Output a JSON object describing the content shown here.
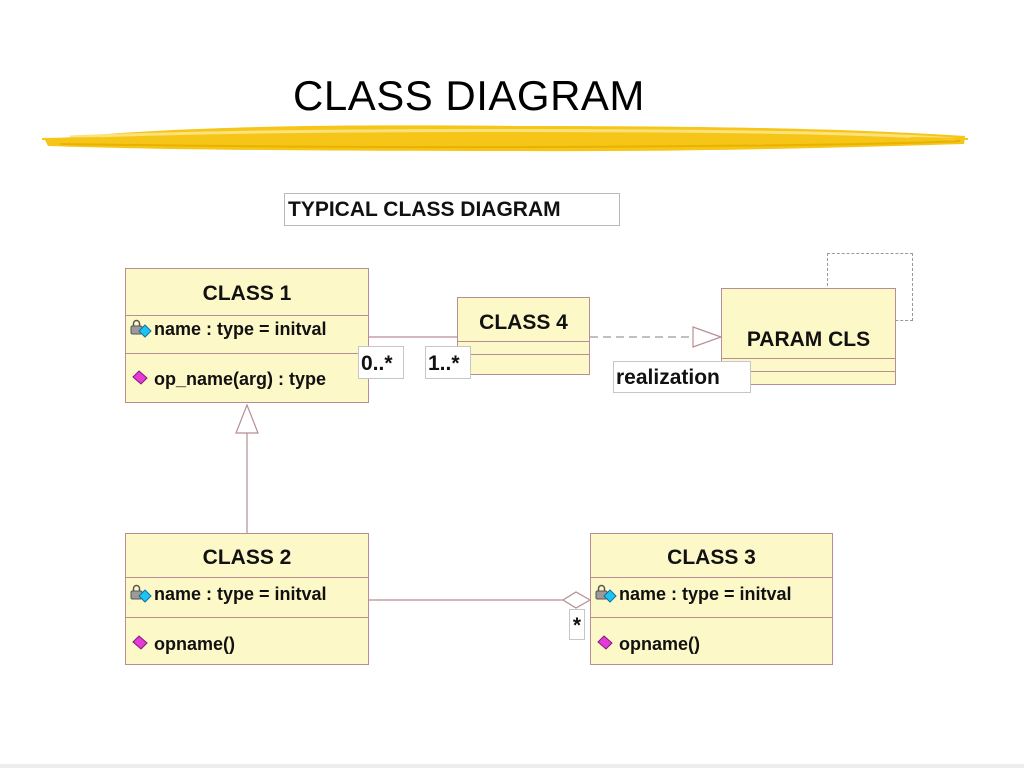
{
  "slide": {
    "title": "CLASS DIAGRAM"
  },
  "diagram": {
    "caption": "TYPICAL CLASS DIAGRAM",
    "classes": {
      "class1": {
        "name": "CLASS 1",
        "attribute": "name : type = initval",
        "operation": "op_name(arg) : type"
      },
      "class2": {
        "name": "CLASS 2",
        "attribute": "name : type = initval",
        "operation": "opname()"
      },
      "class3": {
        "name": "CLASS 3",
        "attribute": "name : type = initval",
        "operation": "opname()"
      },
      "class4": {
        "name": "CLASS 4"
      },
      "param": {
        "name": "PARAM CLS"
      }
    },
    "labels": {
      "mult_class1": "0..*",
      "mult_class4": "1..*",
      "mult_aggregation": "*",
      "realization": "realization"
    },
    "colors": {
      "class_fill": "#fdf8c7",
      "class_border": "#b78e93",
      "brush_stroke": "#f5c518",
      "attribute_icon": "lock-key-icon",
      "operation_icon": "magenta-diamond-icon"
    }
  }
}
